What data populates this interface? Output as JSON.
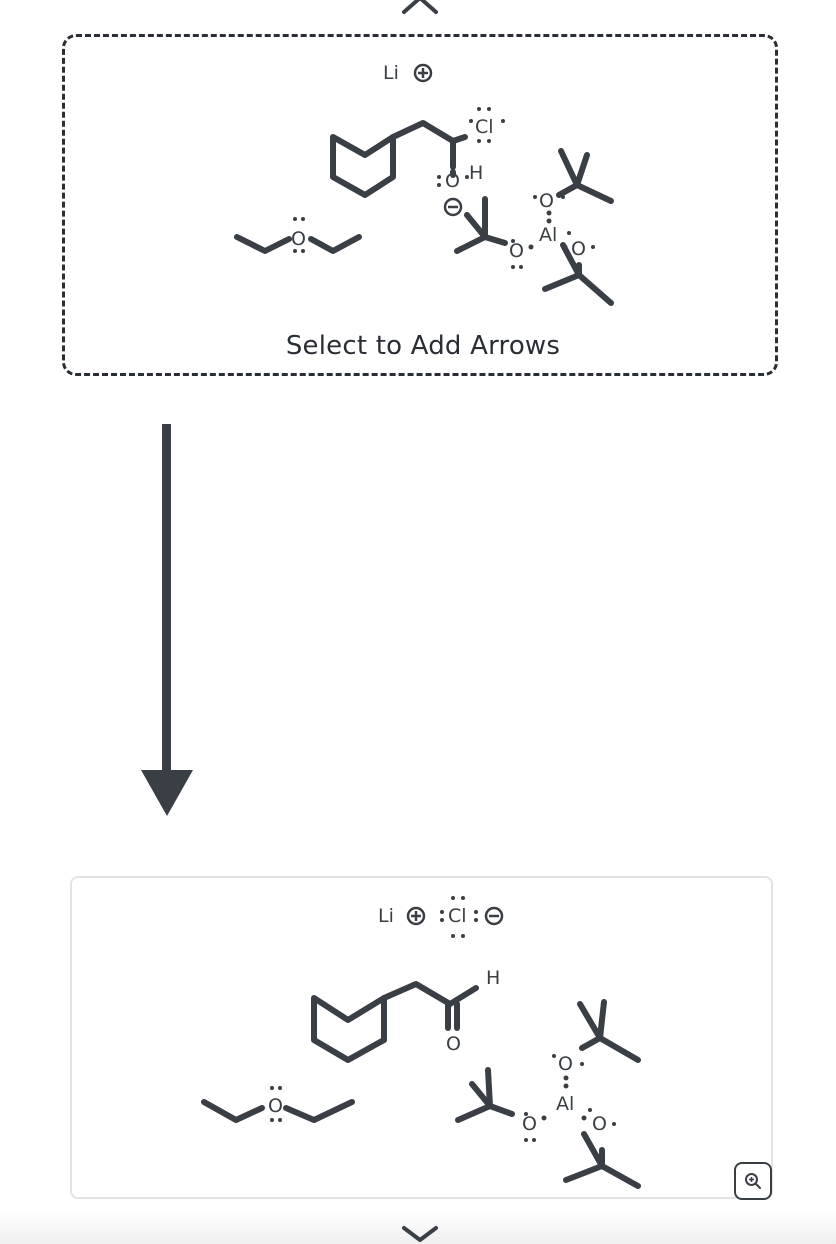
{
  "step_box": {
    "select_label": "Select to Add Arrows",
    "labels": {
      "li": "Li",
      "cl": "Cl",
      "o_h": "O",
      "h": "H",
      "o_ether": "O",
      "o_top": "O",
      "al": "Al",
      "o_left": "O",
      "o_right": "O"
    }
  },
  "product_box": {
    "labels": {
      "li": "Li",
      "cl": "Cl",
      "h": "H",
      "o_carbonyl": "O",
      "o_ether": "O",
      "o_top": "O",
      "al": "Al",
      "o_left": "O",
      "o_right": "O"
    }
  },
  "icons": {
    "nav_up": "chevron-up-icon",
    "nav_down": "chevron-down-icon",
    "reaction_arrow": "arrow-down-icon",
    "zoom": "zoom-in-icon"
  },
  "colors": {
    "ink": "#3a3f46",
    "border": "#2a2e35",
    "panel_border": "#e3e3e3"
  }
}
